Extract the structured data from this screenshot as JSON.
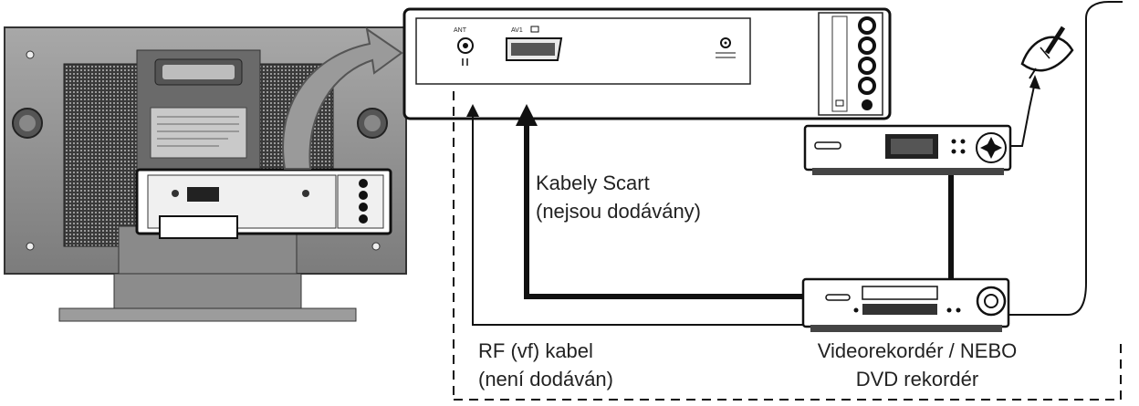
{
  "labels": {
    "scart_line1": "Kabely Scart",
    "scart_line2": "(nejsou dodávány)",
    "rf_line1": "RF (vf) kabel",
    "rf_line2": "(není dodáván)",
    "recorder_line1": "Videorekordér / NEBO",
    "recorder_line2": "DVD rekordér"
  },
  "panel_text": {
    "ant": "ANT",
    "av1": "AV1"
  },
  "icons": [
    "tv-rear-illustration",
    "tv-connector-panel",
    "curved-arrow",
    "satellite-dish-icon",
    "satellite-receiver-icon",
    "vcr-dvd-recorder-icon",
    "scart-cable",
    "rf-cable"
  ],
  "colors": {
    "line": "#222222",
    "tv_body": "#8f8f8f",
    "tv_dark": "#4a4a4a",
    "grille": "#2e2e2e"
  }
}
